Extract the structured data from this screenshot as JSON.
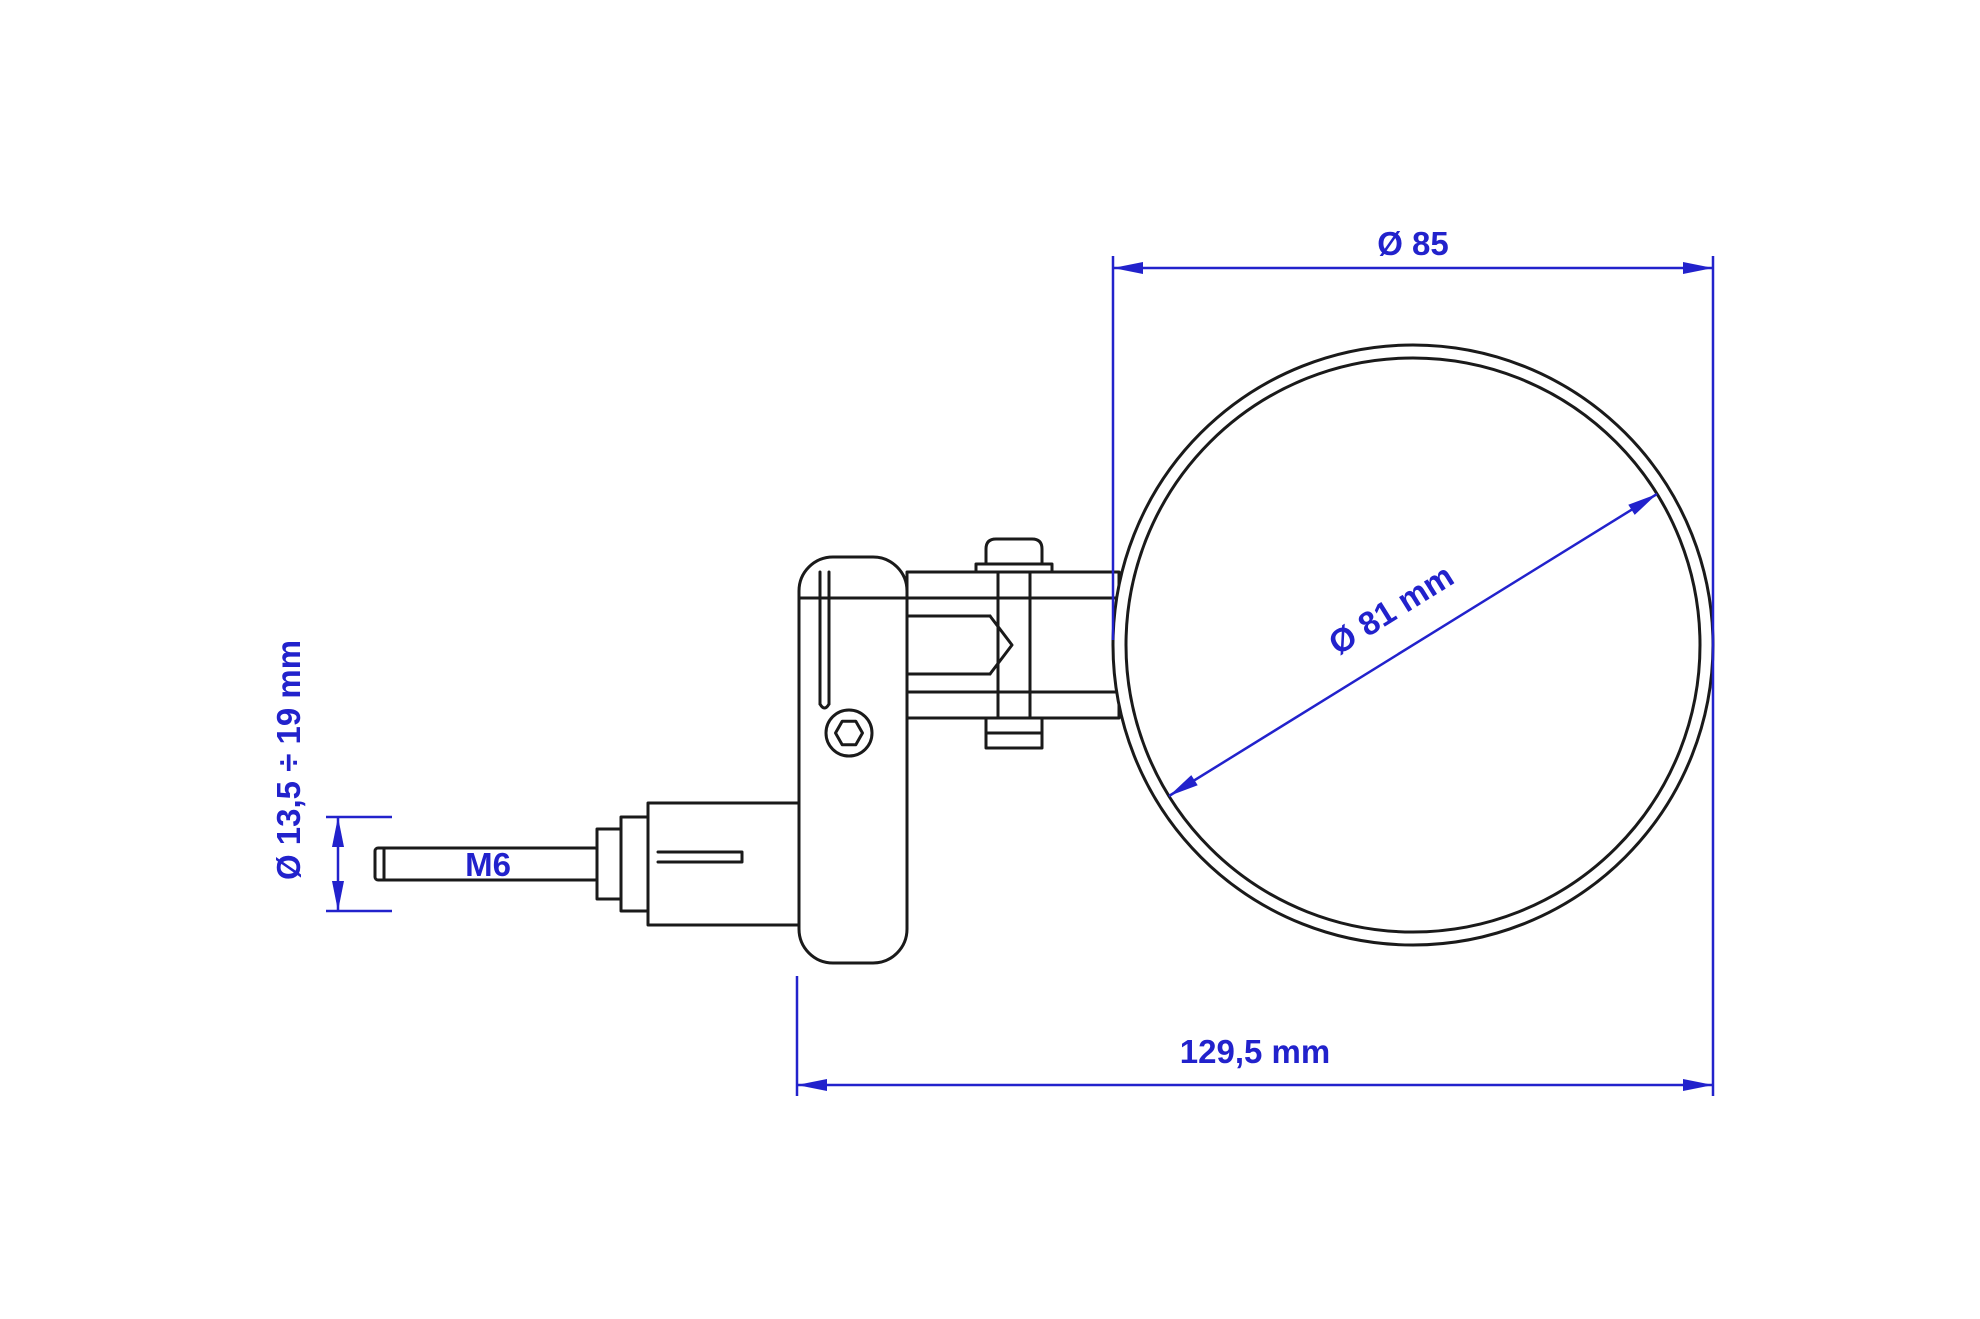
{
  "colors": {
    "dimension_blue": "#2222CC",
    "drawing_black": "#1A1A1A",
    "background": "#FFFFFF"
  },
  "labels": {
    "mirror_outer_diameter": "Ø 85",
    "glass_diameter": "Ø 81 mm",
    "overall_length": "129,5 mm",
    "thread_size": "M6",
    "clamp_diameter_range": "Ø 13,5 ÷ 19 mm"
  }
}
